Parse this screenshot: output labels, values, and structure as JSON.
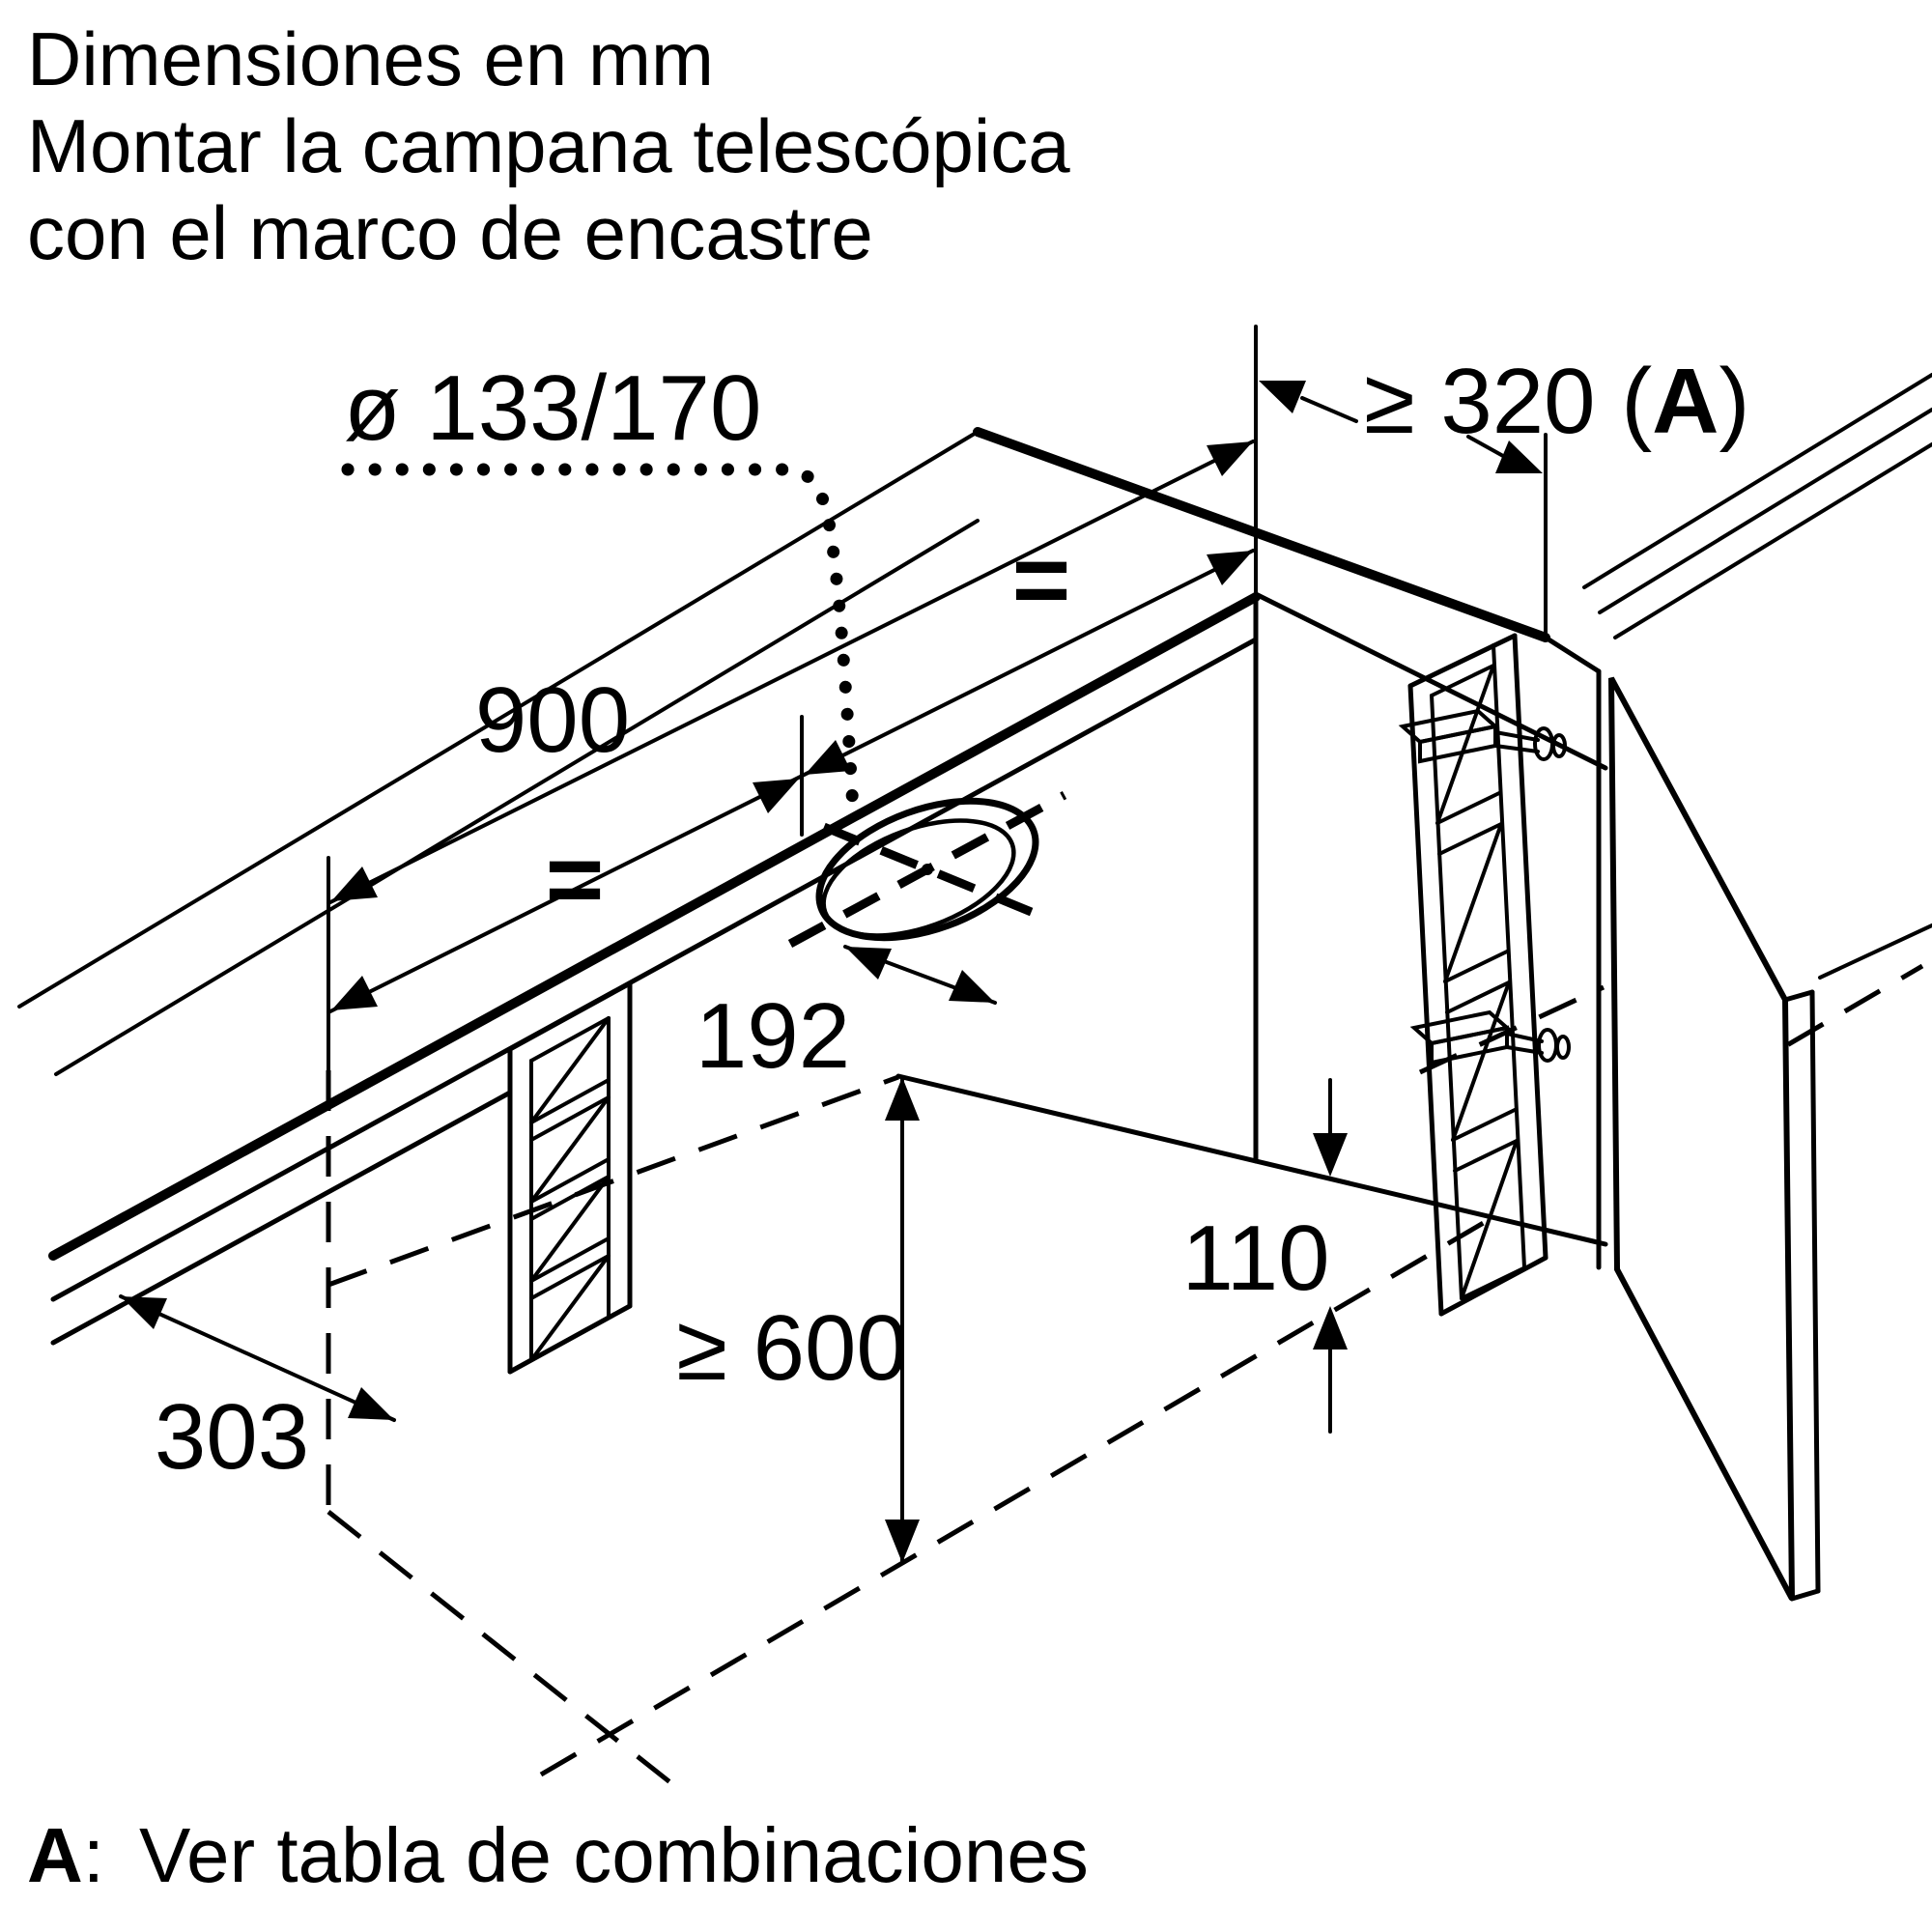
{
  "title": {
    "line1": "Dimensiones en mm",
    "line2": "Montar la campana telescópica",
    "line3": "con el marco de encastre"
  },
  "note": {
    "key": "A",
    "separator": ":",
    "text": "Ver tabla de combinaciones"
  },
  "dimensions": {
    "hole_diameter": {
      "label": "ø 133/170"
    },
    "niche_width": {
      "label": "900"
    },
    "wall_distance": {
      "prefix": "≥ 320 (",
      "reference": "A",
      "suffix": ")"
    },
    "hole_offset": {
      "label": "192"
    },
    "worktop_clearance": {
      "label": "≥ 600"
    },
    "bottom_gap": {
      "label": "110"
    },
    "side_depth": {
      "label": "303"
    },
    "equal_marks": {
      "left": "=",
      "right": "="
    }
  },
  "colors": {
    "line": "#000000",
    "background": "#ffffff"
  }
}
